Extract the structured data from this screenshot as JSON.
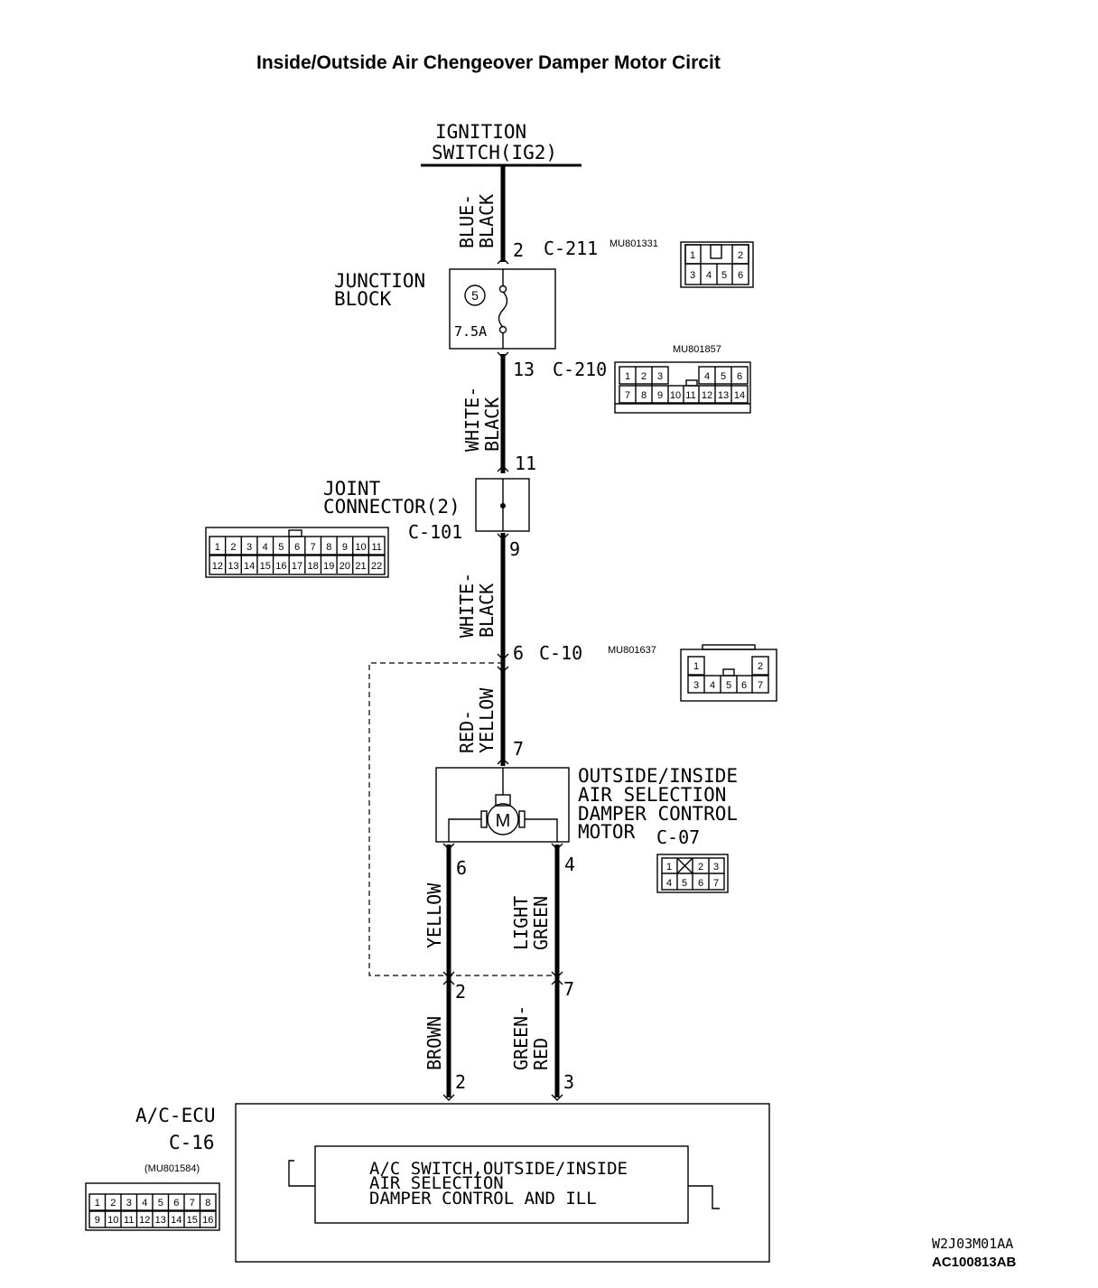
{
  "title": "Inside/Outside Air Chengeover Damper Motor Circit",
  "ignition": {
    "line1": "IGNITION",
    "line2": "SWITCH(IG2)"
  },
  "wires": {
    "w1_line1": "BLUE-",
    "w1_line2": "BLACK",
    "w2_line1": "WHITE-",
    "w2_line2": "BLACK",
    "w3_line1": "WHITE-",
    "w3_line2": "BLACK",
    "w4_line1": "RED-",
    "w4_line2": "YELLOW",
    "w5": "YELLOW",
    "w6_line1": "LIGHT",
    "w6_line2": "GREEN",
    "w7": "BROWN",
    "w8_line1": "GREEN-",
    "w8_line2": "RED"
  },
  "pins": {
    "p2_top": "2",
    "p13": "13",
    "p11": "11",
    "p9": "9",
    "p6_c10": "6",
    "p7_motor": "7",
    "p6_motor": "6",
    "p4_motor": "4",
    "p2_mid": "2",
    "p7_mid": "7",
    "p2_ecu": "2",
    "p3_ecu": "3"
  },
  "connectors": {
    "c211": "C-211",
    "c211_part": "MU801331",
    "c211_pins": [
      "1",
      "2",
      "3",
      "4",
      "5",
      "6"
    ],
    "c210": "C-210",
    "c210_part": "MU801857",
    "c210_pins_top": [
      "1",
      "2",
      "3",
      "4",
      "5",
      "6"
    ],
    "c210_pins_bottom": [
      "7",
      "8",
      "9",
      "10",
      "11",
      "12",
      "13",
      "14"
    ],
    "c101": "C-101",
    "c101_pins_top": [
      "1",
      "2",
      "3",
      "4",
      "5",
      "6",
      "7",
      "8",
      "9",
      "10",
      "11"
    ],
    "c101_pins_bottom": [
      "12",
      "13",
      "14",
      "15",
      "16",
      "17",
      "18",
      "19",
      "20",
      "21",
      "22"
    ],
    "c10": "C-10",
    "c10_part": "MU801637",
    "c10_pins": [
      "1",
      "2",
      "3",
      "4",
      "5",
      "6",
      "7"
    ],
    "c07": "C-07",
    "c07_pins": [
      "1",
      "2",
      "3",
      "4",
      "5",
      "6",
      "7"
    ],
    "c16": "C-16",
    "c16_part": "(MU801584)",
    "c16_pins_top": [
      "1",
      "2",
      "3",
      "4",
      "5",
      "6",
      "7",
      "8"
    ],
    "c16_pins_bottom": [
      "9",
      "10",
      "11",
      "12",
      "13",
      "14",
      "15",
      "16"
    ]
  },
  "junction_block": {
    "line1": "JUNCTION",
    "line2": "BLOCK",
    "fuse_no": "5",
    "fuse_rating": "7.5A"
  },
  "joint_connector": {
    "line1": "JOINT",
    "line2": "CONNECTOR(2)"
  },
  "motor": {
    "line1": "OUTSIDE/INSIDE",
    "line2": "AIR SELECTION",
    "line3": "DAMPER CONTROL",
    "line4": "MOTOR",
    "symbol": "M"
  },
  "ecu": {
    "label": "A/C-ECU",
    "line1": "A/C SWITCH,OUTSIDE/INSIDE",
    "line2": "AIR SELECTION",
    "line3": "DAMPER CONTROL AND ILL"
  },
  "footer": {
    "code1": "W2J03M01AA",
    "code2": "AC100813AB"
  }
}
